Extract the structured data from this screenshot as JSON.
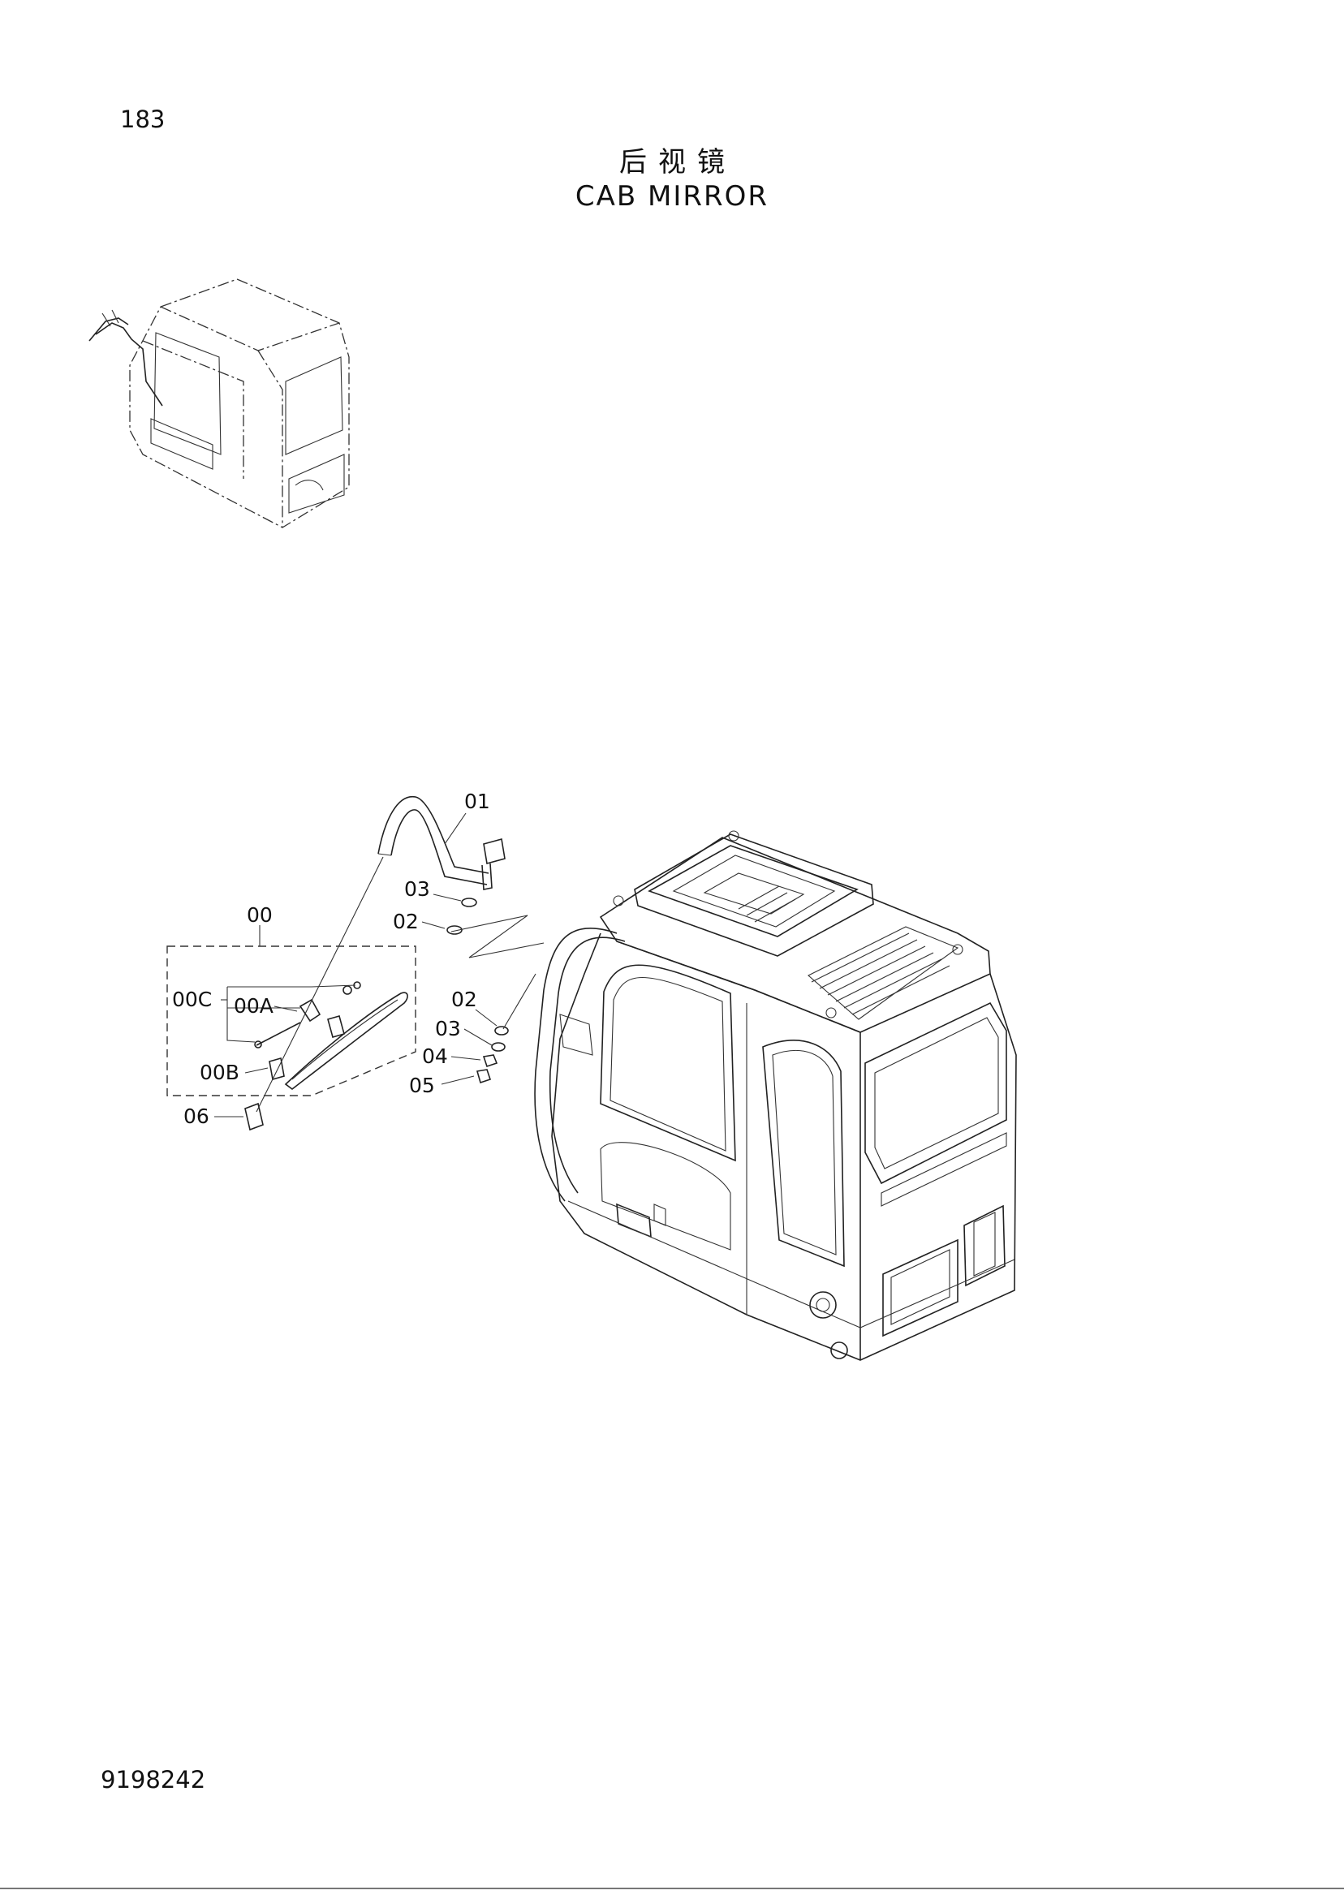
{
  "page": {
    "number": "183",
    "title_cn": "后视镜",
    "title_en": "CAB  MIRROR",
    "doc_number": "9198242"
  },
  "callouts": {
    "c01": "01",
    "c03a": "03",
    "c02a": "02",
    "c00": "00",
    "c00C": "00C",
    "c00A": "00A",
    "c00B": "00B",
    "c06": "06",
    "c02b": "02",
    "c03b": "03",
    "c04": "04",
    "c05": "05"
  }
}
